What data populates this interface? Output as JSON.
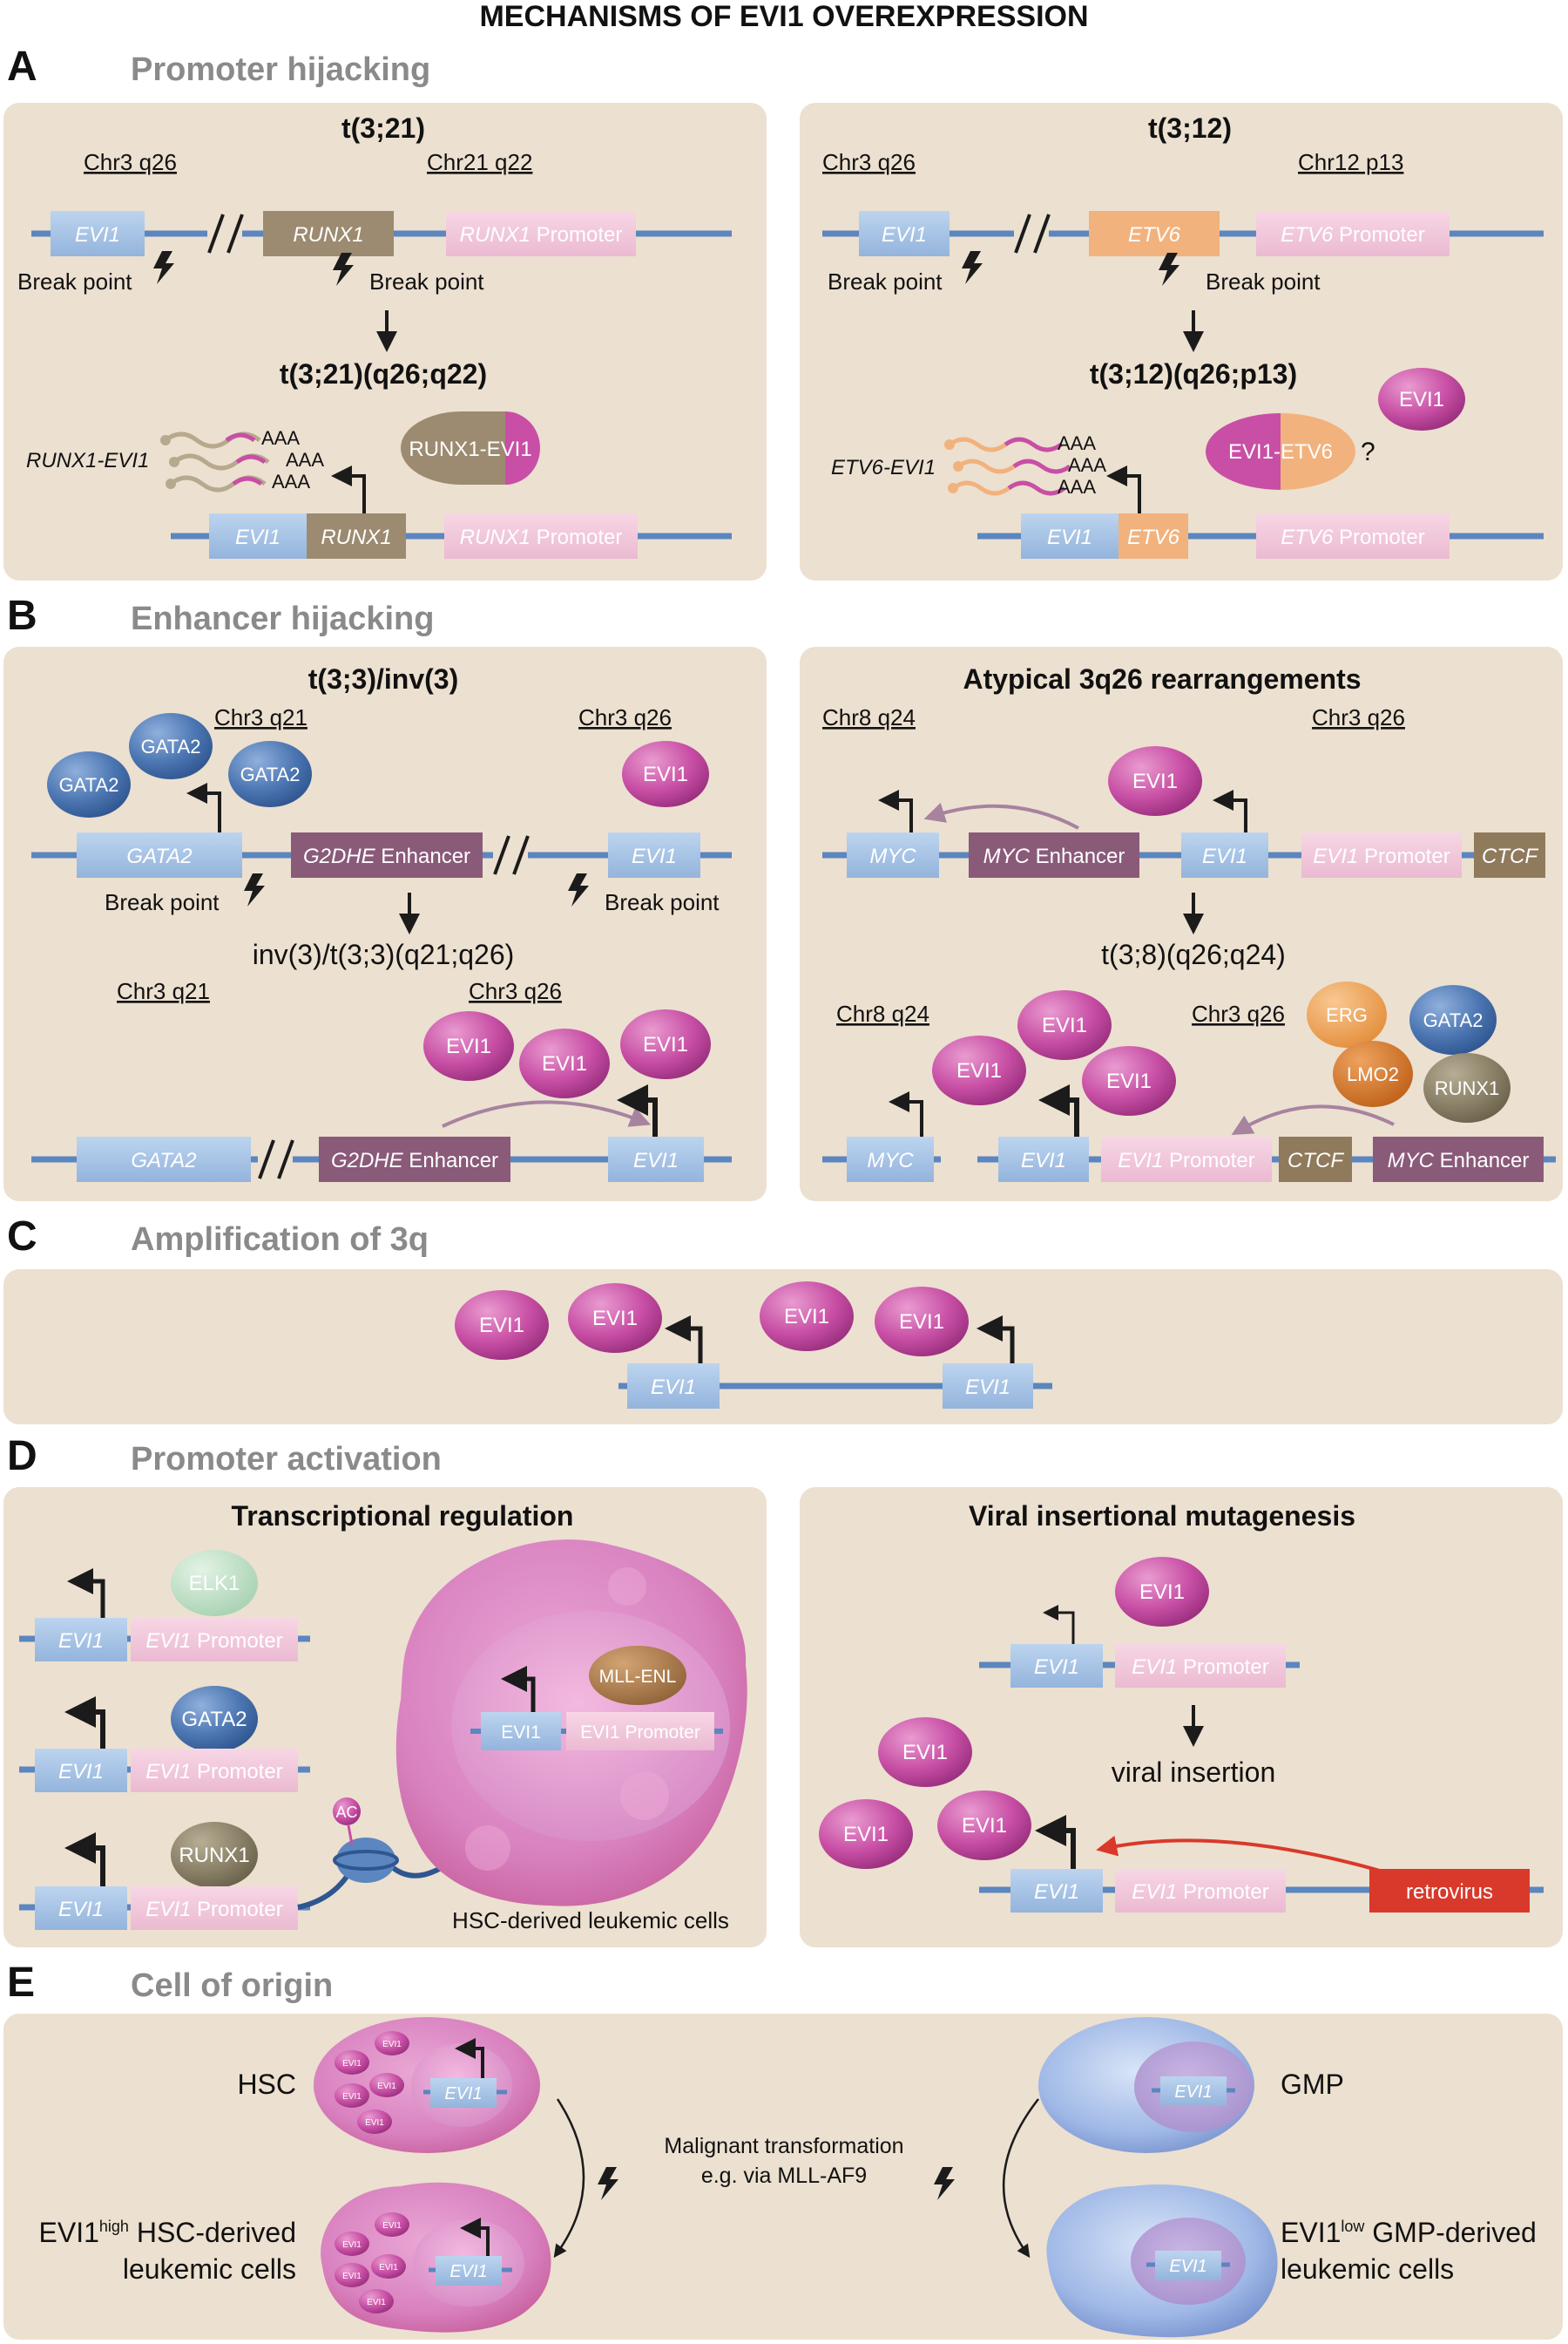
{
  "title": "MECHANISMS OF EVI1 OVEREXPRESSION",
  "colors": {
    "panel_bg": "#ece0d0",
    "chromosome": "#5b86bf",
    "evi1_box": "#a7c4e4",
    "promoter_box": "#f0c7da",
    "runx1_box": "#9c8b71",
    "etv6_box": "#f2b27d",
    "enhancer_box": "#8a5a79",
    "ctcf_box": "#8f7a5c",
    "evi1_protein": "#c54fa3",
    "gata2_protein": "#4c76b2",
    "retrovirus": "#d9392b",
    "section_header": "#8a8a8a",
    "elk1_protein": "#b9dcc1",
    "mll_enl_protein": "#a97845",
    "erg_protein": "#ef9f4f",
    "lmo2_protein": "#d77321",
    "runx1_protein": "#8b8168"
  },
  "sections": {
    "A": {
      "letter": "A",
      "header": "Promoter hijacking"
    },
    "B": {
      "letter": "B",
      "header": "Enhancer hijacking"
    },
    "C": {
      "letter": "C",
      "header": "Amplification of 3q"
    },
    "D": {
      "letter": "D",
      "header": "Promoter activation"
    },
    "E": {
      "letter": "E",
      "header": "Cell of origin"
    }
  },
  "a_left": {
    "title": "t(3;21)",
    "chr3": "Chr3 q26",
    "chr21": "Chr21 q22",
    "evi1": "EVI1",
    "runx1": "RUNX1",
    "runx1_promoter_gene": "RUNX1",
    "promoter_word": " Promoter",
    "break_left": "Break point",
    "break_right": "Break point",
    "result": "t(3;21)(q26;q22)",
    "fusion_transcript": "RUNX1-EVI1",
    "fusion_protein": "RUNX1-EVI1",
    "aaa": "AAA"
  },
  "a_right": {
    "title": "t(3;12)",
    "chr3": "Chr3 q26",
    "chr12": "Chr12 p13",
    "evi1": "EVI1",
    "etv6": "ETV6",
    "etv6_promoter_gene": "ETV6",
    "promoter_word": " Promoter",
    "break_left": "Break point",
    "break_right": "Break point",
    "result": "t(3;12)(q26;p13)",
    "fusion_transcript": "ETV6-EVI1",
    "fusion_protein": "EVI1-ETV6",
    "evi1_protein": "EVI1",
    "question": "?",
    "aaa": "AAA"
  },
  "b_left": {
    "title": "t(3;3)/inv(3)",
    "chr3_q21": "Chr3 q21",
    "chr3_q26": "Chr3 q26",
    "gata2_protein": "GATA2",
    "evi1_protein": "EVI1",
    "gata2_gene": "GATA2",
    "enhancer_gene": "G2DHE",
    "enhancer_word": " Enhancer",
    "evi1_gene": "EVI1",
    "break_left": "Break point",
    "break_right": "Break point",
    "result": "inv(3)/t(3;3)(q21;q26)"
  },
  "b_right": {
    "title": "Atypical 3q26 rearrangements",
    "chr8": "Chr8 q24",
    "chr3": "Chr3 q26",
    "myc_gene": "MYC",
    "myc_enhancer_gene": "MYC",
    "enhancer_word": " Enhancer",
    "evi1_gene": "EVI1",
    "evi1_promoter_gene": "EVI1",
    "promoter_word": " Promoter",
    "ctcf": "CTCF",
    "evi1_protein": "EVI1",
    "result": "t(3;8)(q26;q24)",
    "erg": "ERG",
    "gata2": "GATA2",
    "lmo2": "LMO2",
    "runx1": "RUNX1"
  },
  "c": {
    "evi1_protein": "EVI1",
    "evi1_gene": "EVI1"
  },
  "d_left": {
    "title": "Transcriptional regulation",
    "evi1_gene": "EVI1",
    "evi1_promoter_gene": "EVI1",
    "promoter_word": " Promoter",
    "elk1": "ELK1",
    "gata2": "GATA2",
    "runx1": "RUNX1",
    "ac": "AC",
    "mll_enl": "MLL-ENL",
    "cell_evi1": "EVI1",
    "cell_promoter": "EVI1 Promoter",
    "cell_label": "HSC-derived leukemic cells"
  },
  "d_right": {
    "title": "Viral insertional mutagenesis",
    "evi1_protein": "EVI1",
    "evi1_gene": "EVI1",
    "evi1_promoter_gene": "EVI1",
    "promoter_word": " Promoter",
    "viral_insertion": "viral insertion",
    "retrovirus": "retrovirus"
  },
  "e": {
    "hsc": "HSC",
    "gmp": "GMP",
    "evi1": "EVI1",
    "mini_evi1": "EVI1",
    "malignant_1": "Malignant transformation",
    "malignant_2": "e.g. via MLL-AF9",
    "left_prefix": "EVI1",
    "left_sup": "high",
    "left_line1_rest": " HSC-derived",
    "left_line2": "leukemic cells",
    "right_prefix": "EVI1",
    "right_sup": "low",
    "right_line1_rest": " GMP-derived",
    "right_line2": "leukemic cells"
  }
}
